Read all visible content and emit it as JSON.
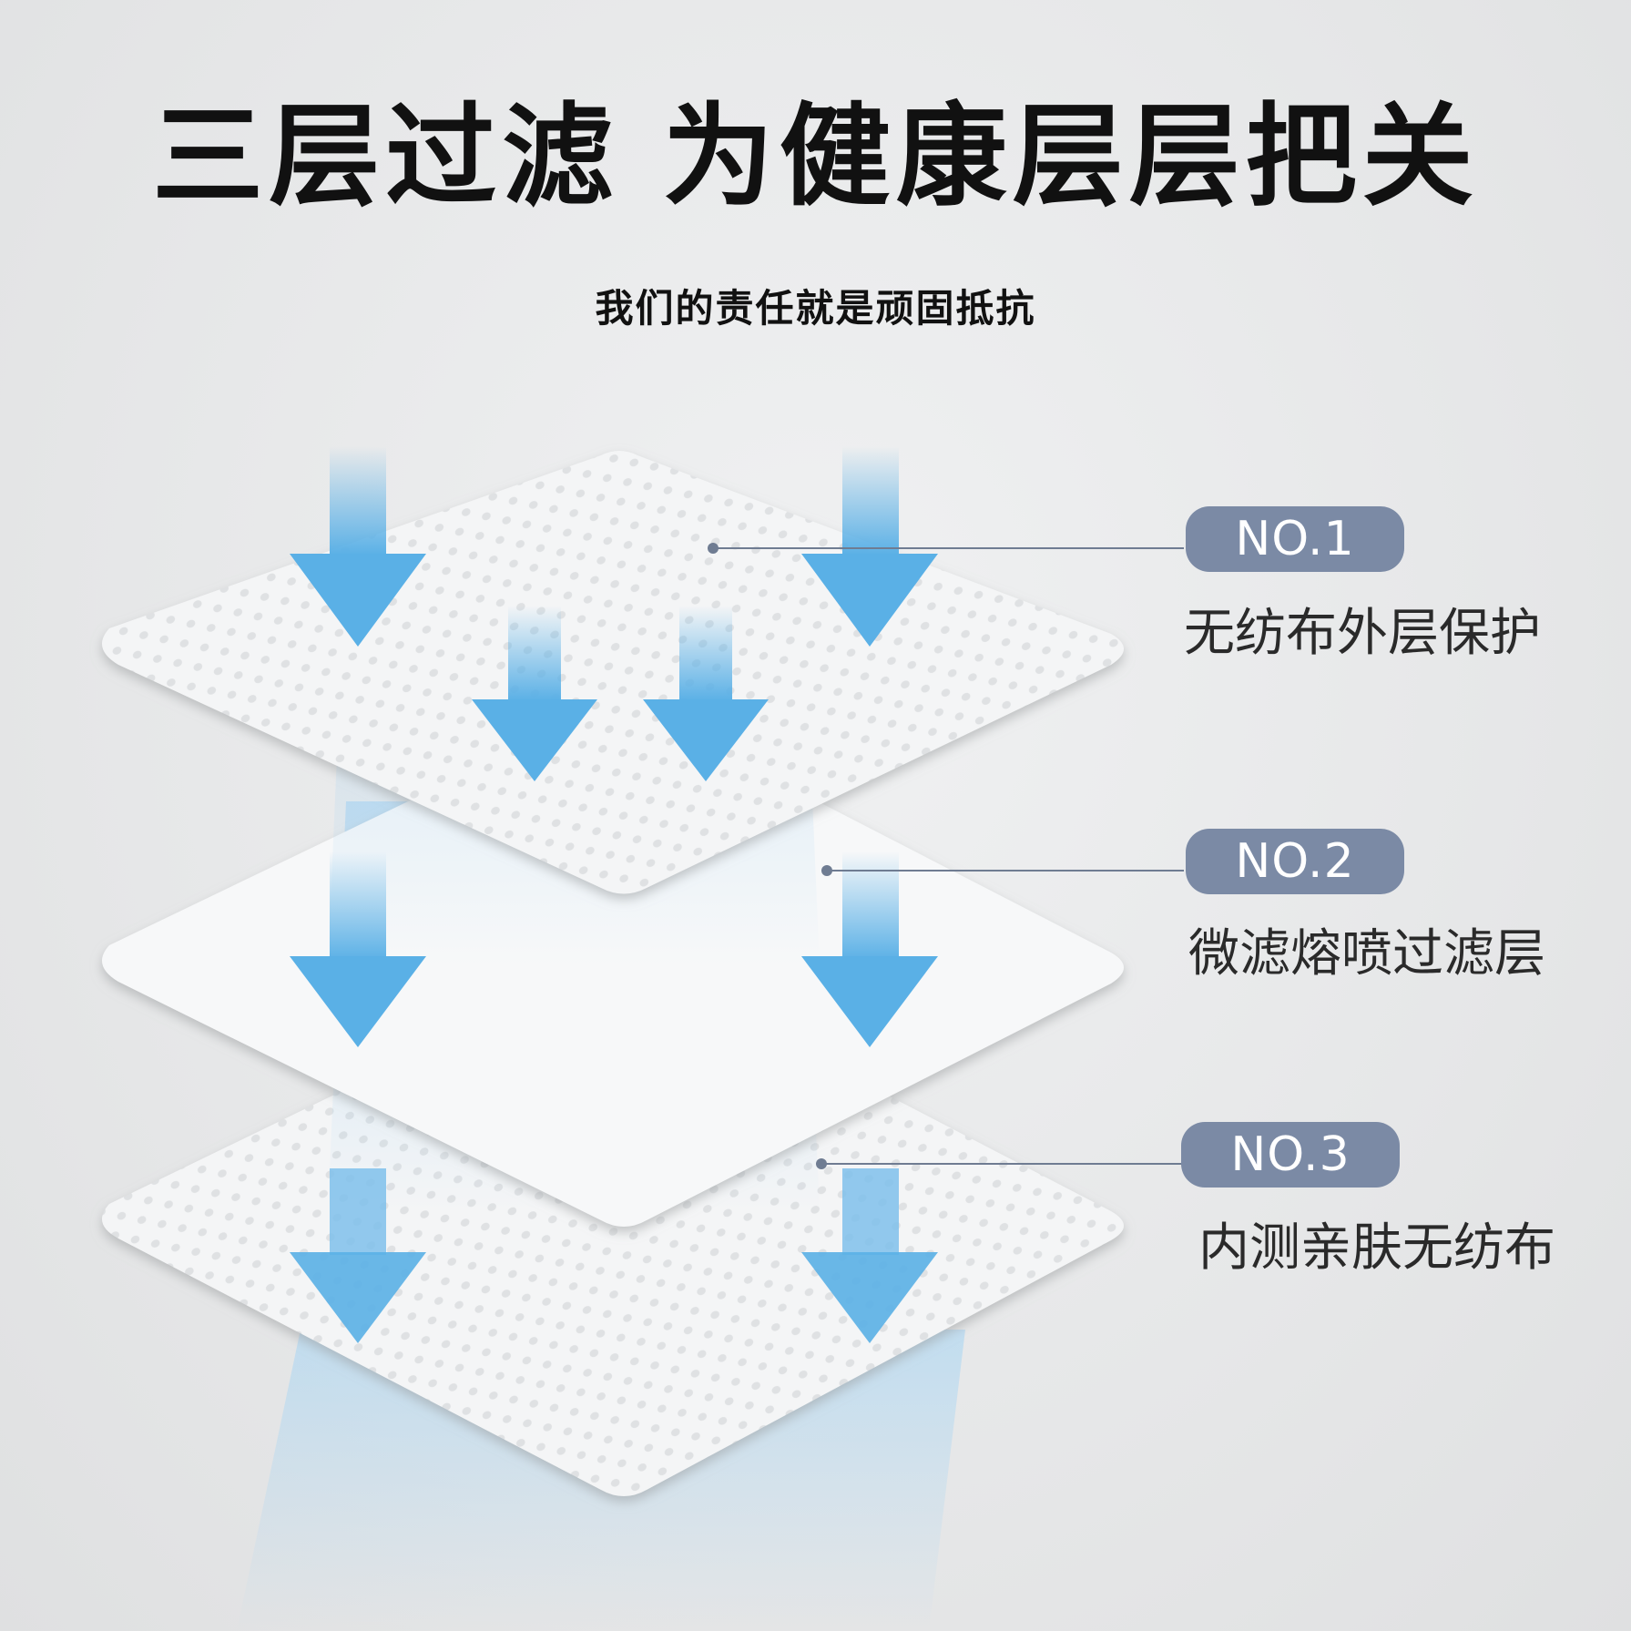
{
  "title": "三层过滤 为健康层层把关",
  "subtitle": "我们的责任就是顽固抵抗",
  "layers": [
    {
      "badge": "NO.1",
      "label": "无纺布外层保护"
    },
    {
      "badge": "NO.2",
      "label": "微滤熔喷过滤层"
    },
    {
      "badge": "NO.3",
      "label": "内测亲肤无纺布"
    }
  ],
  "colors": {
    "arrow": "#5ab0e6",
    "badge": "#7b8aa5",
    "background": "#e9eaeb"
  }
}
